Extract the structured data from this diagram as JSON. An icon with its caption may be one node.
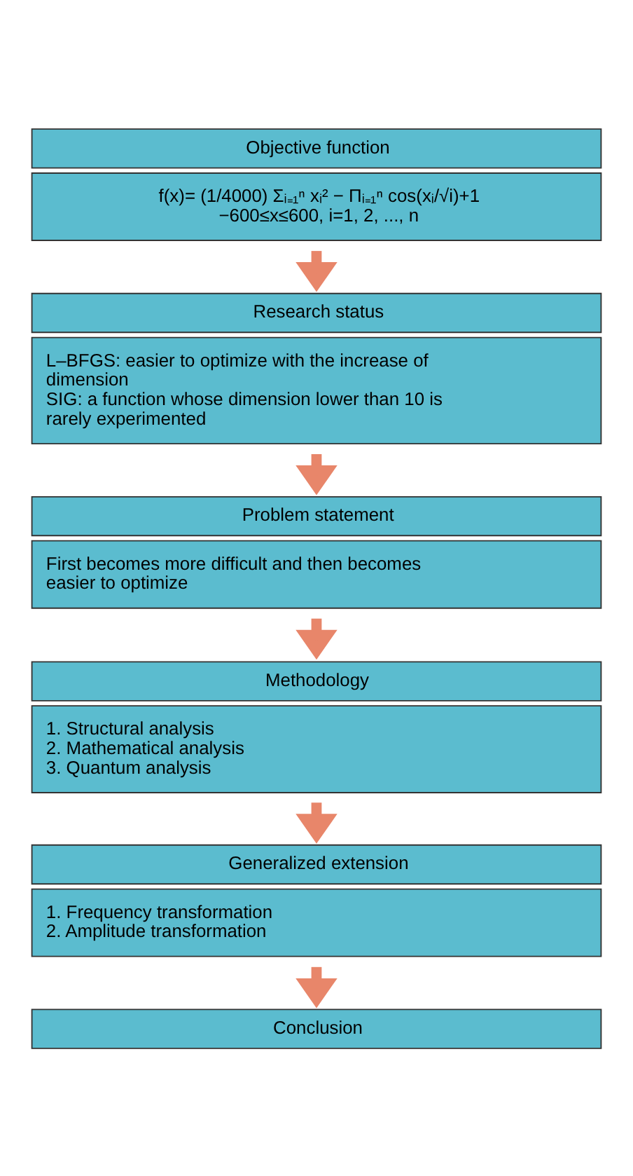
{
  "diagram": {
    "nodes": [
      {
        "text": [
          "Objective function",
          "f(x)= (1/4000) Σᵢ₌₁ⁿ xᵢ² − Πᵢ₌₁ⁿ cos(xᵢ/√i)+1",
          "−600≤x≤600, i=1, 2, ..., n"
        ]
      },
      {
        "text": [
          "Research status",
          "L–BFGS: easier to optimize with the increase of dimension",
          "SIG: a function whose dimension lower than 10 is rarely experimented"
        ]
      },
      {
        "text": [
          "Problem statement",
          "First becomes more difficult and then becomes easier to optimize"
        ]
      },
      {
        "text": [
          "Methodology",
          "1. Structural analysis",
          "2. Mathematical analysis",
          "3. Quantum analysis"
        ]
      },
      {
        "text": [
          "Generalized extension",
          "1. Frequency transformation",
          "2. Amplitude transformation"
        ]
      },
      {
        "text": [
          "Conclusion"
        ]
      }
    ],
    "edges": [
      {
        "from": 0,
        "to": 1,
        "arrow": "to"
      },
      {
        "from": 1,
        "to": 2,
        "arrow": "to"
      },
      {
        "from": 2,
        "to": 3,
        "arrow": "to"
      },
      {
        "from": 3,
        "to": 4,
        "arrow": "to"
      },
      {
        "from": 4,
        "to": 5,
        "arrow": "to"
      }
    ]
  }
}
